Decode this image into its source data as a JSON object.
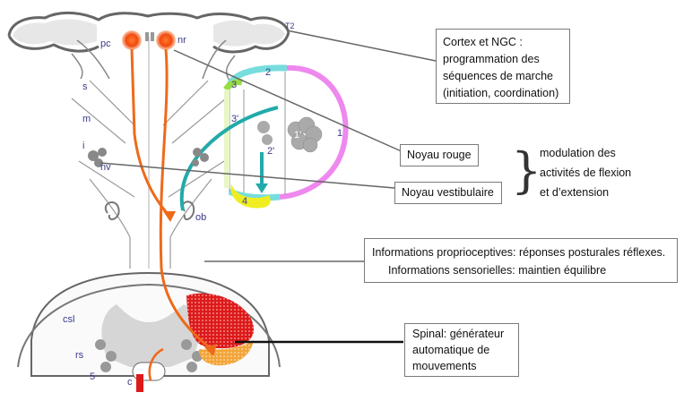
{
  "diagram": {
    "structure_labels": {
      "pc": "pc",
      "nr": "nr",
      "t2": "T2",
      "s": "s",
      "m": "m",
      "i": "i",
      "nv": "nv",
      "ob": "ob",
      "csl": "csl",
      "rs": "rs",
      "five": "5",
      "c": "c"
    },
    "pathway_numbers": {
      "n1": "1",
      "n1p": "1'",
      "n2": "2",
      "n2p": "2'",
      "n3": "3",
      "n3p": "3'",
      "n4": "4"
    }
  },
  "callouts": {
    "cortex": {
      "line1": "Cortex et NGC :",
      "line2": "programmation des",
      "line3": "séquences de marche",
      "line4": "(initiation, coordination)"
    },
    "noyau_rouge": "Noyau rouge",
    "noyau_vestibulaire": "Noyau vestibulaire",
    "modulation": {
      "line1": "modulation des",
      "line2": "activités de flexion",
      "line3": "et d’extension"
    },
    "informations": {
      "line1": "Informations proprioceptives: réponses posturales réflexes.",
      "line2": "Informations sensorielles: maintien équilibre"
    },
    "spinal": {
      "line1": "Spinal: générateur",
      "line2": "automatique de",
      "line3": "mouvements"
    }
  },
  "colors": {
    "orange_path": "#ee6a1a",
    "teal_path": "#22aaaa",
    "pink_path": "#ee88ee",
    "cyan_path": "#77dddd",
    "green_path": "#99dd44",
    "yellow_path": "#f0ee22",
    "red_area": "#dd1a1a",
    "orange_area": "#f3a53a"
  }
}
